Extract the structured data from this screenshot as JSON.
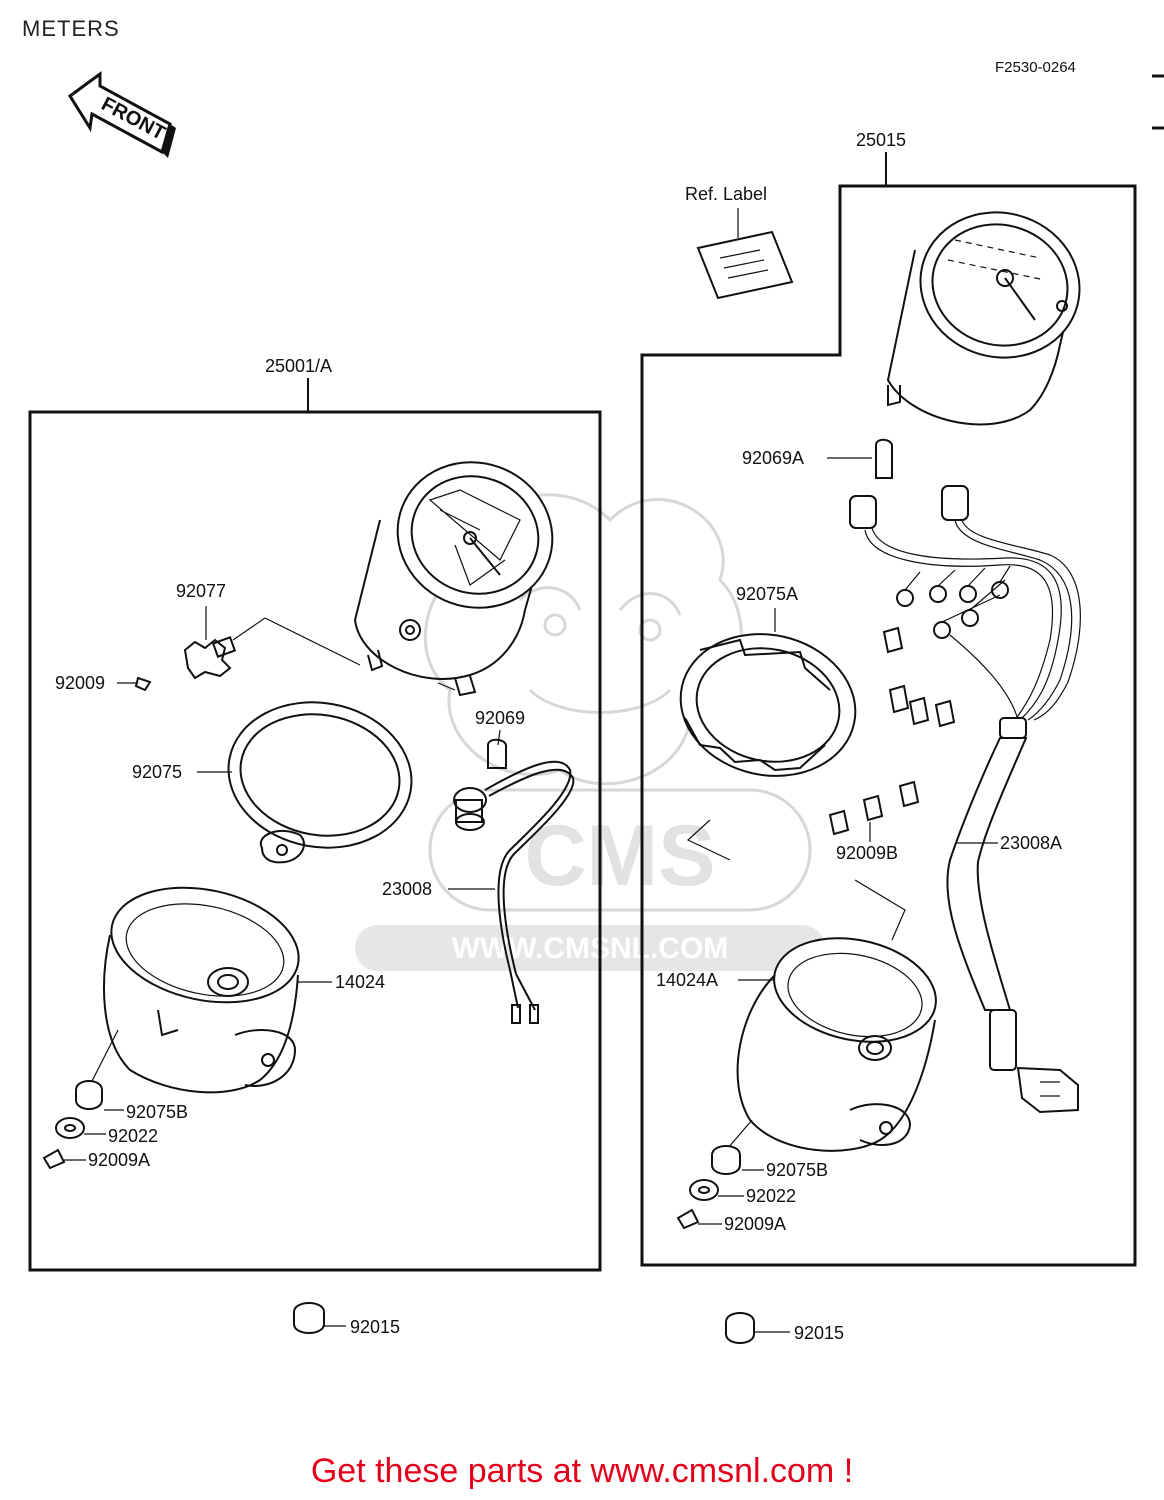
{
  "header": {
    "title": "METERS",
    "diagram_code": "F2530-0264"
  },
  "orientation": {
    "front_label": "FRONT"
  },
  "watermark": {
    "brand": "CMS",
    "url": "WWW.CMSNL.COM"
  },
  "left_assembly": {
    "assembly_label": "25001/A",
    "parts": {
      "p92077": "92077",
      "p92009": "92009",
      "p92069": "92069",
      "p92075": "92075",
      "p23008": "23008",
      "p14024": "14024",
      "p92075B": "92075B",
      "p92022": "92022",
      "p92009A": "92009A"
    }
  },
  "right_assembly": {
    "assembly_label": "25015",
    "ref_label": "Ref. Label",
    "parts": {
      "p92069A": "92069A",
      "p92075A": "92075A",
      "p92009B": "92009B",
      "p23008A": "23008A",
      "p14024A": "14024A",
      "p92075B": "92075B",
      "p92022": "92022",
      "p92009A": "92009A"
    }
  },
  "loose_parts": {
    "left_92015": "92015",
    "right_92015": "92015"
  },
  "footer": {
    "cta": "Get these parts at www.cmsnl.com !"
  }
}
